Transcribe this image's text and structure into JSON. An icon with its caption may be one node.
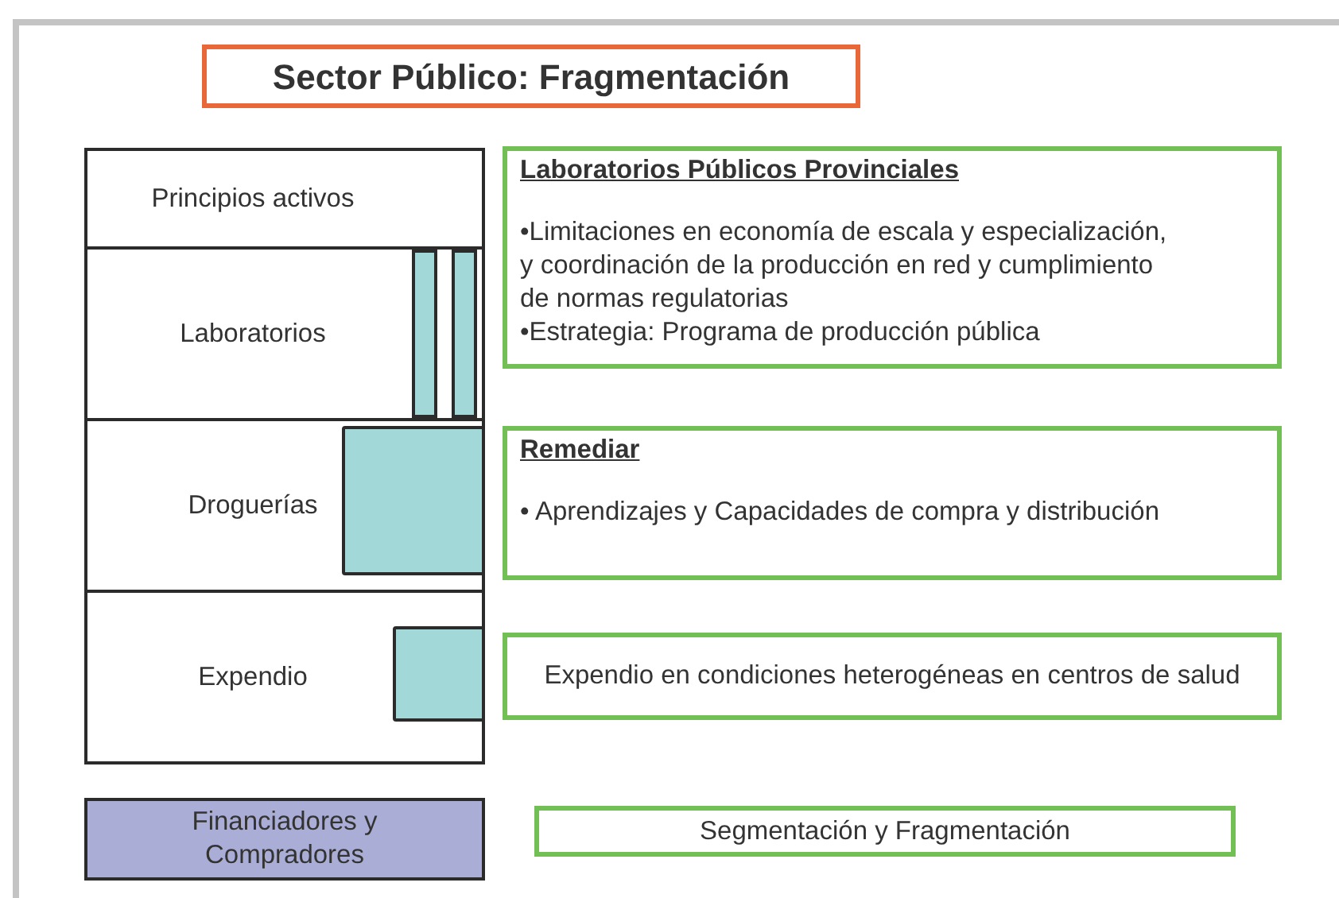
{
  "diagram": {
    "title": "Sector Público: Fragmentación",
    "nodes": [
      {
        "text": [
          "Principios activos"
        ]
      },
      {
        "text": [
          "Laboratorios"
        ]
      },
      {
        "text": [
          "Droguerías"
        ]
      },
      {
        "text": [
          "Expendio"
        ]
      },
      {
        "text": [
          "Financiadores y Compradores"
        ]
      },
      {
        "text": [
          "Laboratorios Públicos Provinciales",
          "•Limitaciones en economía de escala y especialización, y coordinación de la producción en red y cumplimiento de normas regulatorias",
          "•Estrategia: Programa de producción pública"
        ]
      },
      {
        "text": [
          "Remediar",
          "• Aprendizajes y Capacidades de compra y distribución"
        ]
      },
      {
        "text": [
          "Expendio en condiciones heterogéneas en centros de salud"
        ]
      },
      {
        "text": [
          "Segmentación y Fragmentación"
        ]
      },
      {
        "text": [],
        "shape": "bar",
        "in": 1
      },
      {
        "text": [],
        "shape": "bar",
        "in": 1
      },
      {
        "text": [],
        "shape": "box",
        "in": 2
      },
      {
        "text": [],
        "shape": "box",
        "in": 3
      }
    ]
  }
}
